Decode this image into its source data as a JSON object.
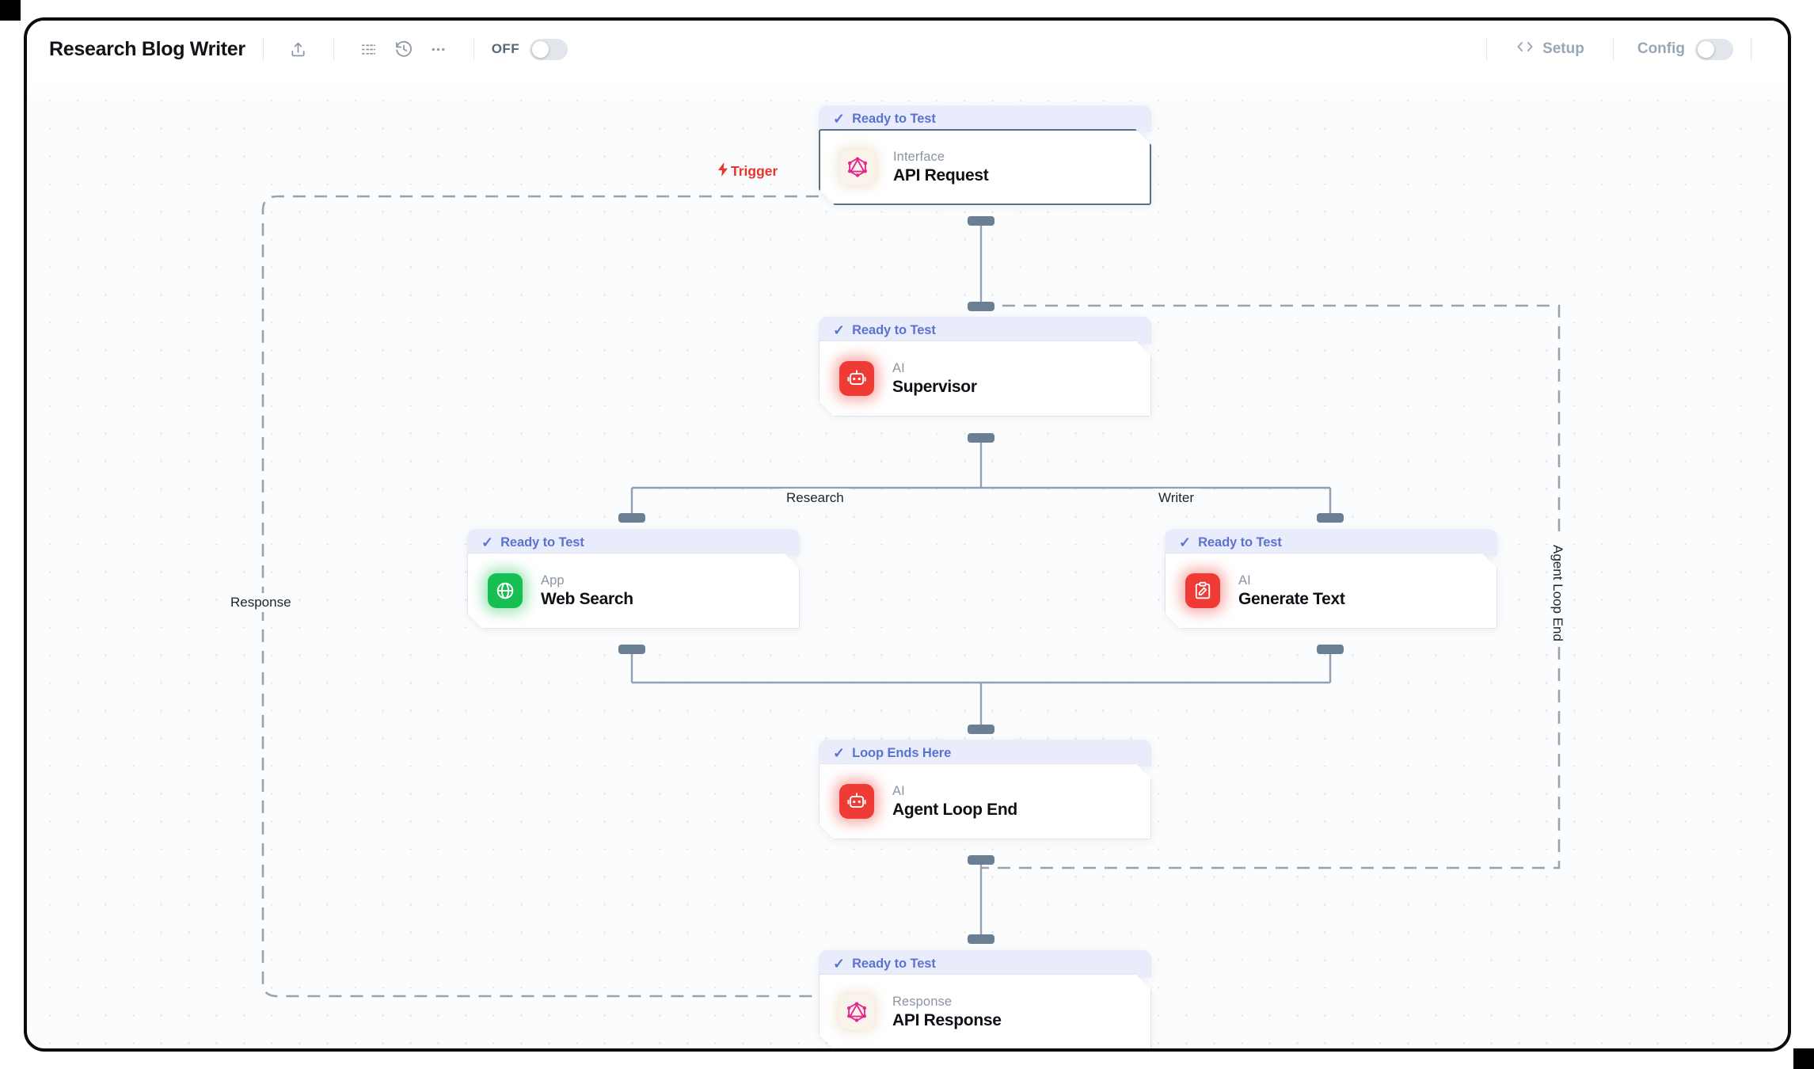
{
  "header": {
    "title": "Research Blog Writer",
    "toolbar": [
      {
        "name": "share-icon",
        "tooltip": "Share"
      },
      {
        "name": "list-icon",
        "tooltip": "List"
      },
      {
        "name": "history-icon",
        "tooltip": "History"
      },
      {
        "name": "more-icon",
        "tooltip": "More"
      }
    ],
    "power_toggle": {
      "label": "OFF",
      "on": false
    },
    "setup_button": {
      "label": "Setup",
      "icon": "code-brackets-icon"
    },
    "config_toggle": {
      "label": "Config",
      "on": false
    }
  },
  "canvas": {
    "nodes": [
      {
        "id": "api-request",
        "status": "Ready to Test",
        "kind": "Interface",
        "name": "API Request",
        "icon": "graphql-icon",
        "icon_style": "glow-pink",
        "selected": true
      },
      {
        "id": "supervisor",
        "status": "Ready to Test",
        "kind": "AI",
        "name": "Supervisor",
        "icon": "robot-icon",
        "icon_style": "glow-red",
        "selected": false
      },
      {
        "id": "web-search",
        "status": "Ready to Test",
        "kind": "App",
        "name": "Web Search",
        "icon": "globe-icon",
        "icon_style": "glow-green",
        "selected": false
      },
      {
        "id": "generate-text",
        "status": "Ready to Test",
        "kind": "AI",
        "name": "Generate Text",
        "icon": "clipboard-pencil-icon",
        "icon_style": "glow-red",
        "selected": false
      },
      {
        "id": "agent-loop-end",
        "status": "Loop Ends Here",
        "kind": "AI",
        "name": "Agent Loop End",
        "icon": "robot-icon",
        "icon_style": "glow-red",
        "selected": false
      },
      {
        "id": "api-response",
        "status": "Ready to Test",
        "kind": "Response",
        "name": "API Response",
        "icon": "graphql-icon",
        "icon_style": "glow-pink",
        "selected": false
      }
    ],
    "edge_labels": {
      "trigger": "Trigger",
      "research": "Research",
      "writer": "Writer",
      "response": "Response",
      "agent_loop_end": "Agent Loop End"
    },
    "colors": {
      "status_text": "#5b73cf",
      "status_bg": "#e9edfb",
      "trigger": "#e8342b",
      "edge": "#8fa1b4",
      "dashed_edge": "#9aa3ad",
      "handle": "#6b7f94",
      "icon_red": "#ef3b35",
      "icon_green": "#15bf52",
      "icon_pink": "#e8258f"
    }
  }
}
